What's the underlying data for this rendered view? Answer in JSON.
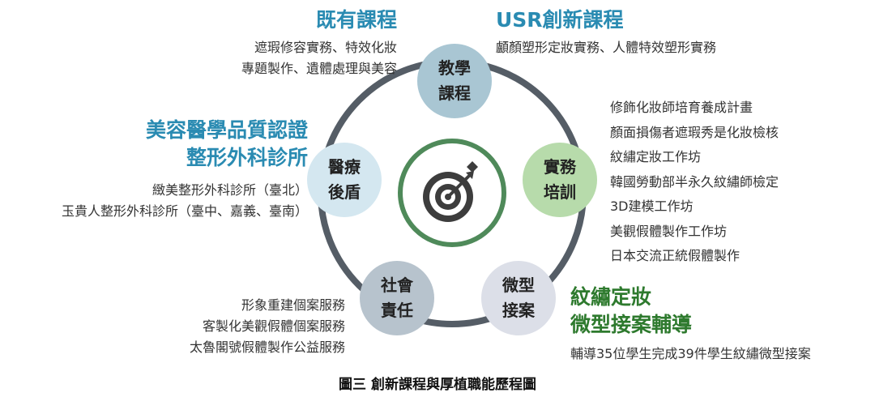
{
  "nodes": {
    "teaching": {
      "line1": "教學",
      "line2": "課程",
      "color": "#a9c6d3"
    },
    "practice": {
      "line1": "實務",
      "line2": "培訓",
      "color": "#b7dbab"
    },
    "micro": {
      "line1": "微型",
      "line2": "接案",
      "color": "#dcdfe8"
    },
    "social": {
      "line1": "社會",
      "line2": "責任",
      "color": "#b7c3cd"
    },
    "medical": {
      "line1": "醫療",
      "line2": "後盾",
      "color": "#d4e7f0"
    }
  },
  "existing_courses": {
    "title": "既有課程",
    "lines": [
      "遮瑕修容實務、特效化妝",
      "專題製作、遺體處理與美容"
    ]
  },
  "usr_courses": {
    "title": "USR創新課程",
    "lines": [
      "顱顏塑形定妝實務、人體特效塑形實務"
    ]
  },
  "certification": {
    "title_line1": "美容醫學品質認證",
    "title_line2": "整形外科診所",
    "lines": [
      "緻美整形外科診所（臺北）",
      "玉貴人整形外科診所（臺中、嘉義、臺南）"
    ]
  },
  "practice_list": {
    "lines": [
      "修飾化妝師培育養成計畫",
      "顏面損傷者遮瑕秀是化妝檢核",
      "紋繡定妝工作坊",
      "韓國勞動部半永久紋繡師檢定",
      "3D建模工作坊",
      "美觀假體製作工作坊",
      "日本交流正統假體製作"
    ]
  },
  "tattoo_guidance": {
    "title_line1": "紋繡定妝",
    "title_line2": "微型接案輔導",
    "lines": [
      "輔導35位學生完成39件學生紋繡微型接案"
    ]
  },
  "social_services": {
    "lines": [
      "形象重建個案服務",
      "客製化美觀假體個案服務",
      "太魯閣號假體製作公益服務"
    ]
  },
  "caption": "圖三  創新課程與厚植職能歷程圖",
  "colors": {
    "ring": "#555d66",
    "inner_ring": "#4f8a5a",
    "blue_heading": "#2a8bb2",
    "green_heading": "#2e7a2e",
    "target_icon": "#3d3d3d"
  },
  "center_icon": "target-dart-icon"
}
